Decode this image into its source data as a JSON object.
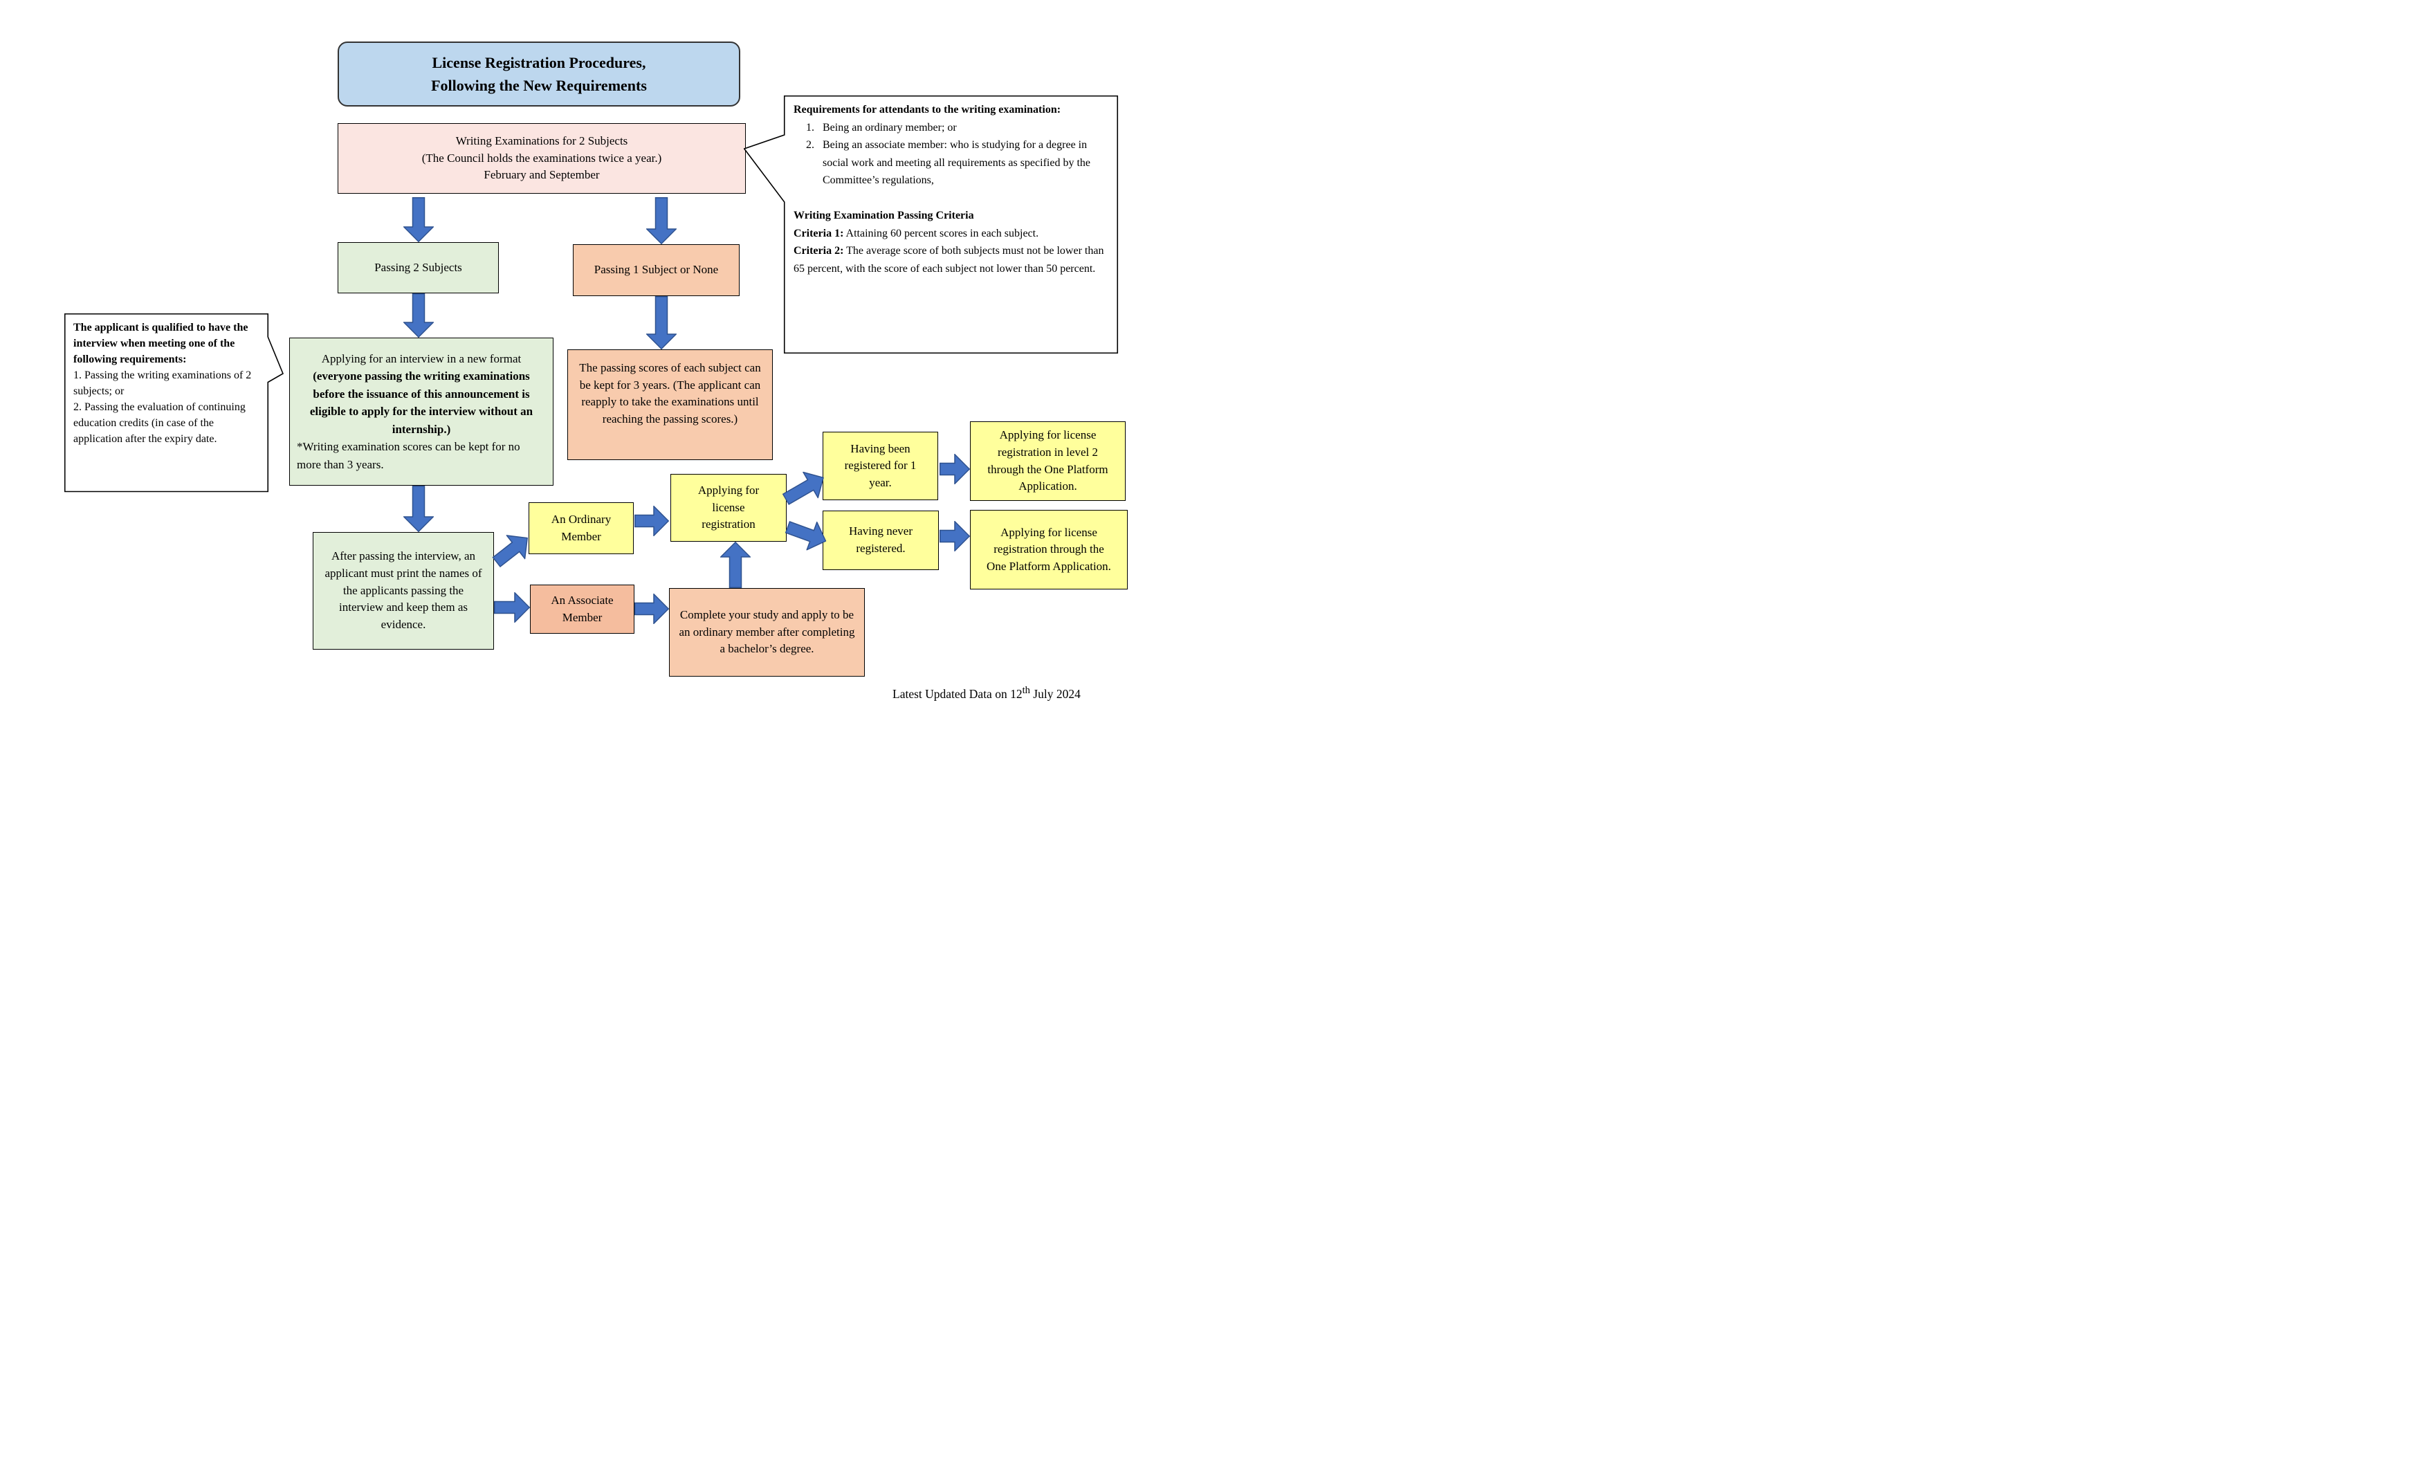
{
  "colors": {
    "title_fill": "#BDD7EE",
    "pink_fill": "#FBE5E1",
    "green_fill": "#E2EFDA",
    "salmon_fill": "#F8CBAD",
    "yellow_fill": "#FFFF9C",
    "arrow_fill": "#4472C4",
    "arrow_stroke": "#2F528F"
  },
  "title_box": {
    "line1": "License Registration Procedures,",
    "line2": "Following the New Requirements"
  },
  "writing_exam_box": {
    "line1": "Writing Examinations for 2 Subjects",
    "line2": "(The Council holds the examinations twice a year.)",
    "line3": "February and September"
  },
  "passing_2_box": {
    "label": "Passing 2 Subjects"
  },
  "passing_1_box": {
    "label": "Passing 1 Subject or None"
  },
  "requirements_callout": {
    "heading": "Requirements for attendants to the writing examination:",
    "items": [
      {
        "num": "1.",
        "text": "Being an ordinary member; or"
      },
      {
        "num": "2.",
        "text": "Being an associate member: who is studying for a degree in social work and meeting all requirements as specified by the Committee’s regulations,"
      }
    ],
    "criteria_heading": "Writing Examination Passing Criteria",
    "criteria1_label": "Criteria 1:",
    "criteria1_text": " Attaining 60 percent scores in each subject.",
    "criteria2_label": "Criteria 2:",
    "criteria2_text": " The average score of both subjects must not be lower than 65 percent, with the score of each subject not lower than 50 percent."
  },
  "qualification_callout": {
    "heading": "The applicant is qualified to have the interview when meeting one of the following requirements:",
    "item1": "1. Passing the writing examinations of 2 subjects; or",
    "item2": "2. Passing the evaluation of continuing education credits (in case of the application after the expiry date."
  },
  "interview_format_box": {
    "normal": "Applying for an interview in a new format ",
    "bold": "(everyone passing the writing examinations before the issuance of this announcement is eligible to apply for the interview without an internship.)",
    "note": "*Writing examination scores can be kept for no more than 3 years."
  },
  "scores_kept_box": {
    "text": "The passing scores of each subject can be kept for 3 years. (The applicant can reapply to take the examinations until reaching the passing scores.)"
  },
  "after_interview_box": {
    "text": "After passing the interview, an applicant must print the names of the applicants passing the interview and keep them as evidence."
  },
  "ordinary_member_box": {
    "label": "An Ordinary Member"
  },
  "associate_member_box": {
    "label": "An Associate Member"
  },
  "license_registration_box": {
    "label": "Applying for license registration"
  },
  "complete_study_box": {
    "text": "Complete your study and apply to be an ordinary member after completing a bachelor’s degree."
  },
  "registered_one_year_box": {
    "text": "Having been registered for 1 year."
  },
  "never_registered_box": {
    "text": "Having never registered."
  },
  "level2_application_box": {
    "text": "Applying for license registration in level 2 through the One Platform Application."
  },
  "one_platform_box": {
    "text": "Applying for license registration through the One Platform Application."
  },
  "footer": {
    "prefix": "Latest Updated Data on 12",
    "superscript": "th",
    "suffix": " July 2024"
  }
}
